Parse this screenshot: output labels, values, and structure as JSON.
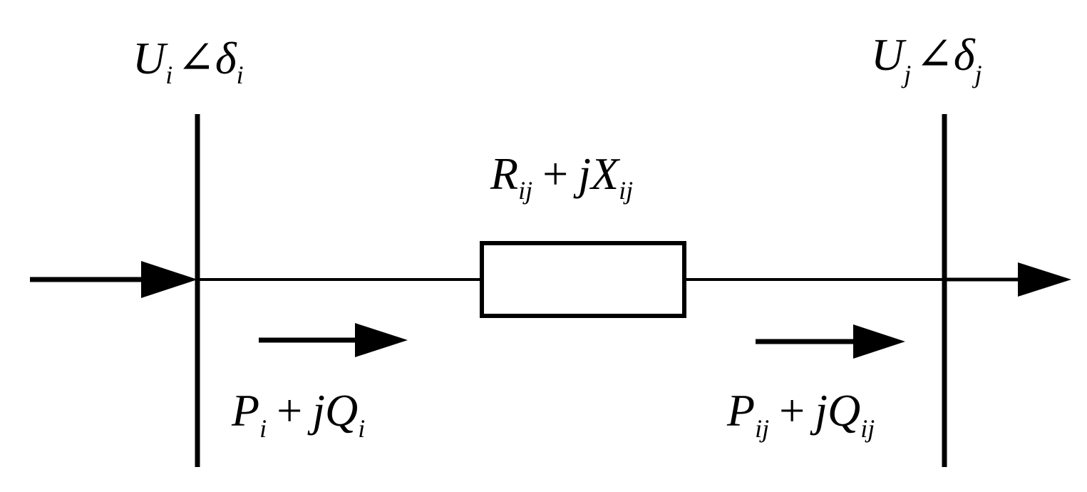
{
  "colors": {
    "line": "#000000",
    "background": "#ffffff"
  },
  "labels": {
    "bus_i": {
      "magnitude": "U",
      "mag_sub": "i",
      "angle_sign": "∠",
      "angle": "δ",
      "angle_sub": "i"
    },
    "bus_j": {
      "magnitude": "U",
      "mag_sub": "j",
      "angle_sign": "∠",
      "angle": "δ",
      "angle_sub": "j"
    },
    "impedance": {
      "r": "R",
      "r_sub": "ij",
      "plus": "+",
      "jx": "jX",
      "x_sub": "ij"
    },
    "power_in": {
      "p": "P",
      "p_sub": "i",
      "plus": "+",
      "jq": "jQ",
      "q_sub": "i"
    },
    "power_flow": {
      "p": "P",
      "p_sub": "ij",
      "plus": "+",
      "jq": "jQ",
      "q_sub": "ij"
    }
  }
}
